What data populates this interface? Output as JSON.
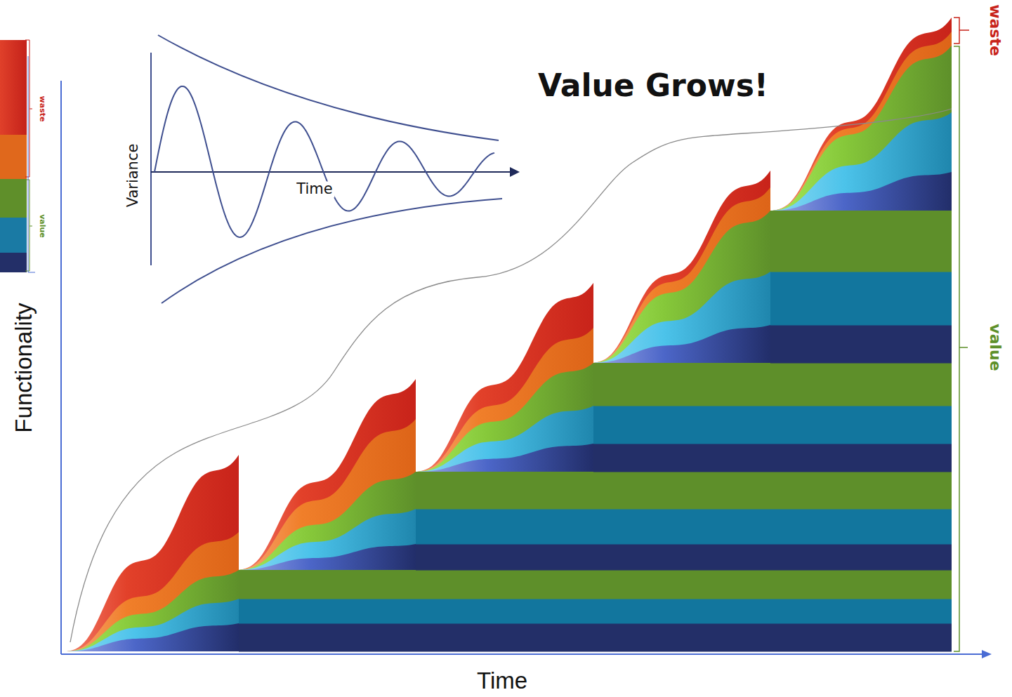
{
  "diagram": {
    "title": "Value Grows!",
    "labels": [
      "waste",
      "value",
      "Variance",
      "Time",
      "waste",
      "value",
      "Functionality",
      "Time"
    ]
  }
}
